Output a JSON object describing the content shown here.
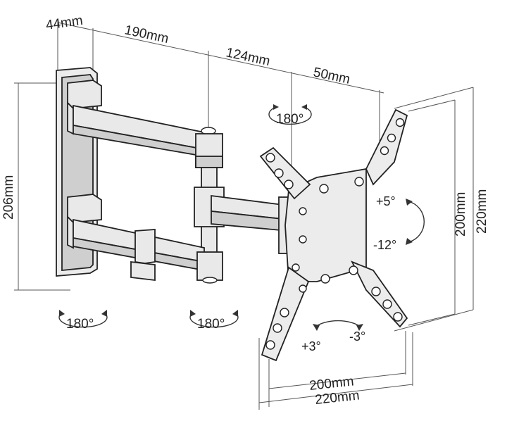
{
  "dimensions": {
    "wall_plate_depth": "44mm",
    "arm_1": "190mm",
    "arm_2": "124mm",
    "head": "50mm",
    "wall_plate_height": "206mm",
    "vesa_height_inner": "200mm",
    "vesa_height_outer": "220mm",
    "vesa_width_inner": "200mm",
    "vesa_width_outer": "220mm"
  },
  "rotations": {
    "top_head": "180°",
    "wall_joint": "180°",
    "middle_joint": "180°"
  },
  "tilt": {
    "up": "+5°",
    "down": "-12°"
  },
  "swivel": {
    "left": "+3°",
    "right": "-3°"
  }
}
